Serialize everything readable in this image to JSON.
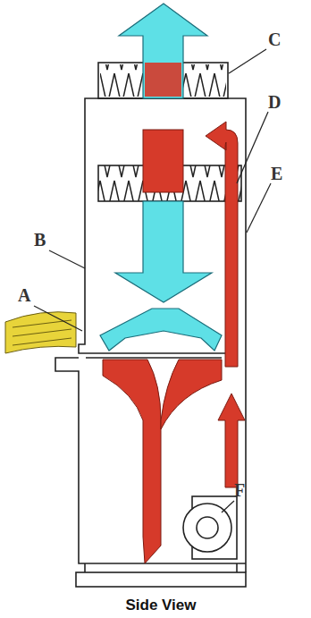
{
  "diagram": {
    "caption": "Side View",
    "labels": [
      "A",
      "B",
      "C",
      "D",
      "E",
      "F"
    ]
  }
}
